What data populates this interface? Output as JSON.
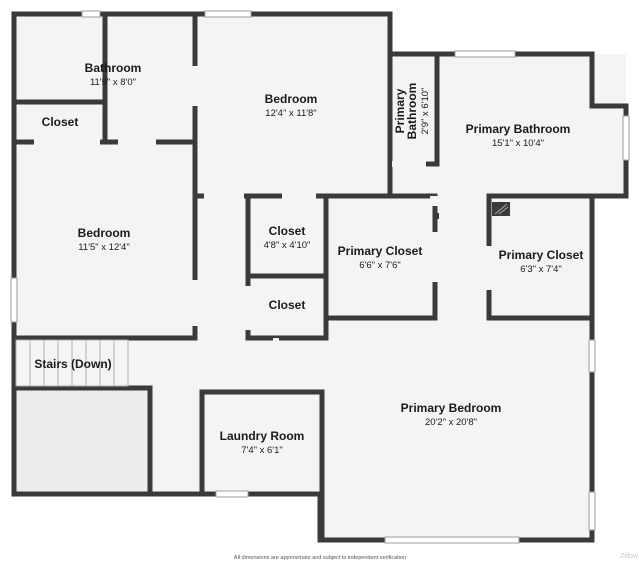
{
  "rooms": {
    "bathroom": {
      "name": "Bathroom",
      "dims": "11'5\" x 8'0\""
    },
    "closet_small": {
      "name": "Closet"
    },
    "bedroom_top": {
      "name": "Bedroom",
      "dims": "12'4\" x 11'8\""
    },
    "primary_bathroom_small": {
      "name_line1": "Primary",
      "name_line2": "Bathroom",
      "dims": "2'9\" x 6'10\""
    },
    "primary_bathroom": {
      "name": "Primary Bathroom",
      "dims": "15'1\" x 10'4\""
    },
    "bedroom_left": {
      "name": "Bedroom",
      "dims": "11'5\" x 12'4\""
    },
    "closet_mid": {
      "name": "Closet",
      "dims": "4'8\" x 4'10\""
    },
    "primary_closet_a": {
      "name": "Primary Closet",
      "dims": "6'6\" x 7'6\""
    },
    "primary_closet_b": {
      "name": "Primary Closet",
      "dims": "6'3\" x 7'4\""
    },
    "closet_lower": {
      "name": "Closet"
    },
    "stairs": {
      "name": "Stairs (Down)"
    },
    "laundry": {
      "name": "Laundry Room",
      "dims": "7'4\" x 6'1\""
    },
    "primary_bedroom": {
      "name": "Primary Bedroom",
      "dims": "20'2\" x 20'8\""
    }
  },
  "footnote": "All dimensions are approximate and subject to independent verification",
  "watermark": "Zillow",
  "colors": {
    "wall": "#3a3a3a",
    "floor": "#f4f4f4",
    "window": "#cfd8dc",
    "unfinished": "#ececec"
  }
}
